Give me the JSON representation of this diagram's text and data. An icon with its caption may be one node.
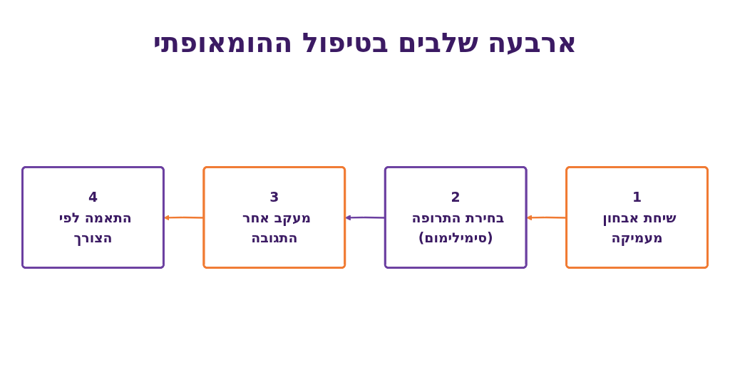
{
  "diagram": {
    "title": "ארבעה שלבים בטיפול ההומאופתי",
    "nodes": [
      {
        "text": [
          "1",
          "שיחת אבחון מעמיקה"
        ]
      },
      {
        "text": [
          "2",
          "בחירת התרופה (סימילימום)"
        ]
      },
      {
        "text": [
          "3",
          "מעקב אחר התגובה"
        ]
      },
      {
        "text": [
          "4",
          "התאמה לפי הצורך"
        ]
      }
    ],
    "edges": [
      {
        "from": 0,
        "to": 1,
        "arrow": "to"
      },
      {
        "from": 1,
        "to": 2,
        "arrow": "to",
        "color": "#6b3fa0"
      },
      {
        "from": 2,
        "to": 3,
        "arrow": "to"
      }
    ]
  }
}
